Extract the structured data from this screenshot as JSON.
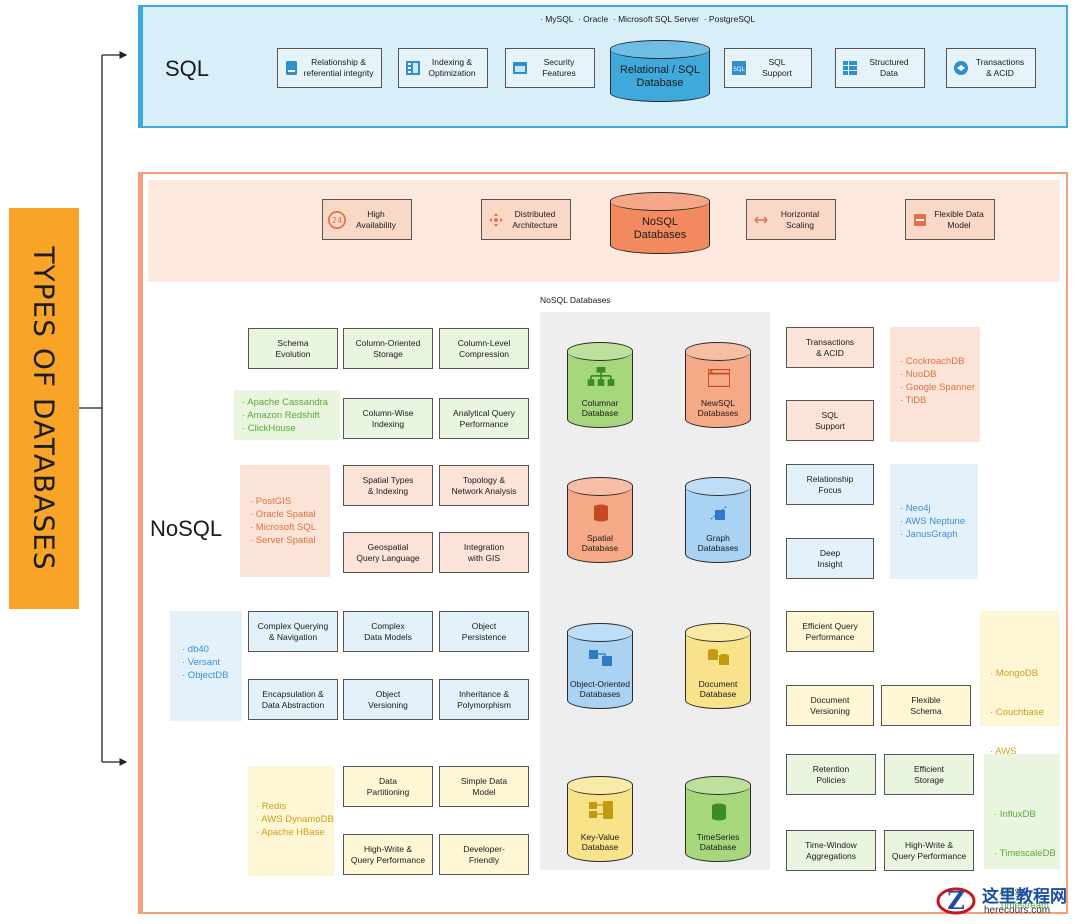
{
  "title": "TYPES OF DATABASES",
  "watermark": {
    "name": "这里教程网",
    "url": "herecours.com"
  },
  "colors": {
    "orange": "#f7a427",
    "sql_frame": "#3fa9dc",
    "nosql_frame": "#f5a07a",
    "green": "#6fba4a",
    "red": "#e2704a",
    "blue": "#4a94d8",
    "yellow": "#e6c03c"
  },
  "sql": {
    "label": "SQL",
    "vendors": "· MySQL  · Oracle  · Microsoft SQL Server  · PostgreSQL",
    "center": "Relational / SQL\nDatabase",
    "features": [
      {
        "label": "Relationship &\nreferential integrity",
        "icon": "document-icon"
      },
      {
        "label": "Indexing &\nOptimization",
        "icon": "index-icon"
      },
      {
        "label": "Security\nFeatures",
        "icon": "window-icon"
      },
      {
        "label": "SQL\nSupport",
        "icon": "sql-icon"
      },
      {
        "label": "Structured\nData",
        "icon": "table-icon"
      },
      {
        "label": "Transactions\n& ACID",
        "icon": "transaction-icon"
      }
    ]
  },
  "nosql": {
    "label": "NoSQL",
    "center": "NoSQL\nDatabases",
    "inner_title": "NoSQL Databases",
    "features": [
      {
        "label": "High\nAvailability",
        "icon": "clock-24-icon"
      },
      {
        "label": "Distributed\nArchitecture",
        "icon": "distributed-icon"
      },
      {
        "label": "Horizontal\nScaling",
        "icon": "horizontal-arrows-icon"
      },
      {
        "label": "Flexible Data\nModel",
        "icon": "data-file-icon"
      }
    ],
    "columnar": {
      "name": "Columnar\nDatabase",
      "features": [
        "Schema\nEvolution",
        "Column-Oriented\nStorage",
        "Column-Level\nCompression",
        "Column-Wise\nIndexing",
        "Analytical Query\nPerformance"
      ],
      "examples": [
        "· Apache Cassandra",
        "· Amazon Redshift",
        "· ClickHouse"
      ]
    },
    "newsql": {
      "name": "NewSQL\nDatabases",
      "features": [
        "Transactions\n& ACID",
        "SQL\nSupport"
      ],
      "examples": [
        "· CockroachDB",
        "· NuoDB",
        "· Google Spanner",
        "· TiDB"
      ]
    },
    "spatial": {
      "name": "Spatial\nDatabase",
      "features": [
        "Spatial Types\n& Indexing",
        "Topology &\nNetwork Analysis",
        "Geospatial\nQuery Language",
        "Integration\nwith GIS"
      ],
      "examples": [
        "· PostGIS",
        "· Oracle Spatial",
        "· Microsoft SQL",
        "· Server Spatial"
      ]
    },
    "graph": {
      "name": "Graph\nDatabases",
      "features": [
        "Relationship\nFocus",
        "Deep\nInsight"
      ],
      "examples": [
        "· Neo4j",
        "· AWS Neptune",
        "· JanusGraph"
      ]
    },
    "object_oriented": {
      "name": "Object-Oriented\nDatabases",
      "features": [
        "Complex Querying\n& Navigation",
        "Complex\nData Models",
        "Object\nPersistence",
        "Encapsulation &\nData Abstraction",
        "Object\nVersioning",
        "Inheritance &\nPolymorphism"
      ],
      "examples": [
        "· db40",
        "· Versant",
        "· ObjectDB"
      ]
    },
    "document": {
      "name": "Document\nDatabase",
      "features": [
        "Efficient Query\nPerformance",
        "Document\nVersioning",
        "Flexible\nSchema"
      ],
      "examples": [
        "· MongoDB",
        "· Couchbase",
        "· AWS\n  DynamoDB"
      ]
    },
    "key_value": {
      "name": "Key-Value\nDatabase",
      "features": [
        "Data\nPartitioning",
        "Simple Data\nModel",
        "High-Write &\nQuery Performance",
        "Developer-\nFriendly"
      ],
      "examples": [
        "· Redis",
        "· AWS DynamoDB",
        "· Apache HBase"
      ]
    },
    "timeseries": {
      "name": "TimeSeries\nDatabase",
      "features": [
        "Retention\nPolicies",
        "Efficient\nStorage",
        "Time-Window\nAggregations",
        "High-Write &\nQuery Performance"
      ],
      "examples": [
        "· InfluxDB",
        "· TimescaleDB",
        "· AWS\n  Timestream"
      ]
    }
  }
}
